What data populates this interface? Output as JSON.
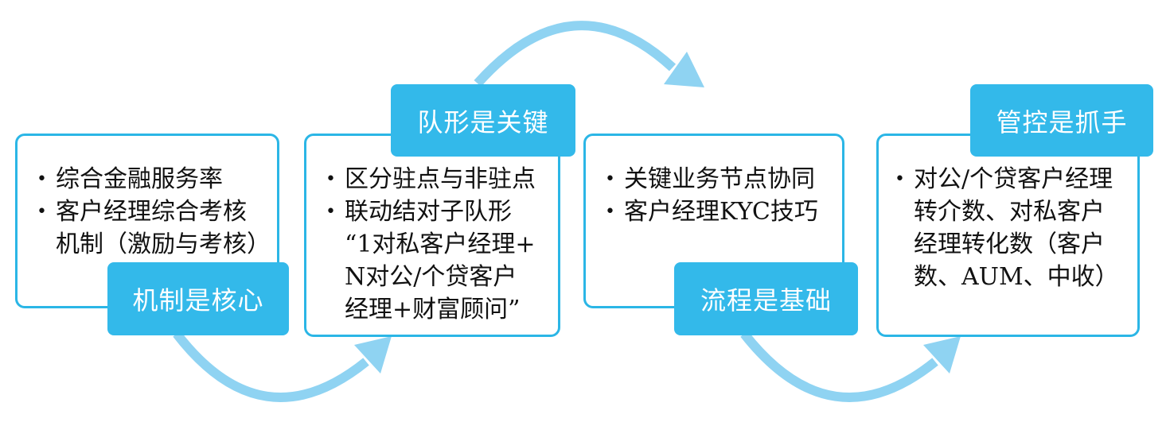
{
  "stages": [
    {
      "tag": "机制是核心",
      "items": [
        "综合金融服务率",
        "客户经理综合考核",
        "机制（激励与考核）"
      ]
    },
    {
      "tag": "队形是关键",
      "items": [
        "区分驻点与非驻点",
        "联动结对子队形",
        "“1对私客户经理+",
        "N对公/个贷客户",
        "经理+财富顾问”"
      ]
    },
    {
      "tag": "流程是基础",
      "items": [
        "关键业务节点协同",
        "客户经理KYC技巧"
      ]
    },
    {
      "tag": "管控是抓手",
      "items": [
        "对公/个贷客户经理",
        "转介数、对私客户",
        "经理转化数（客户",
        "数、AUM、中收）"
      ]
    }
  ],
  "colors": {
    "accent": "#33b9ea",
    "border": "#2bb6e6",
    "arrow": "#8fd3f2"
  }
}
